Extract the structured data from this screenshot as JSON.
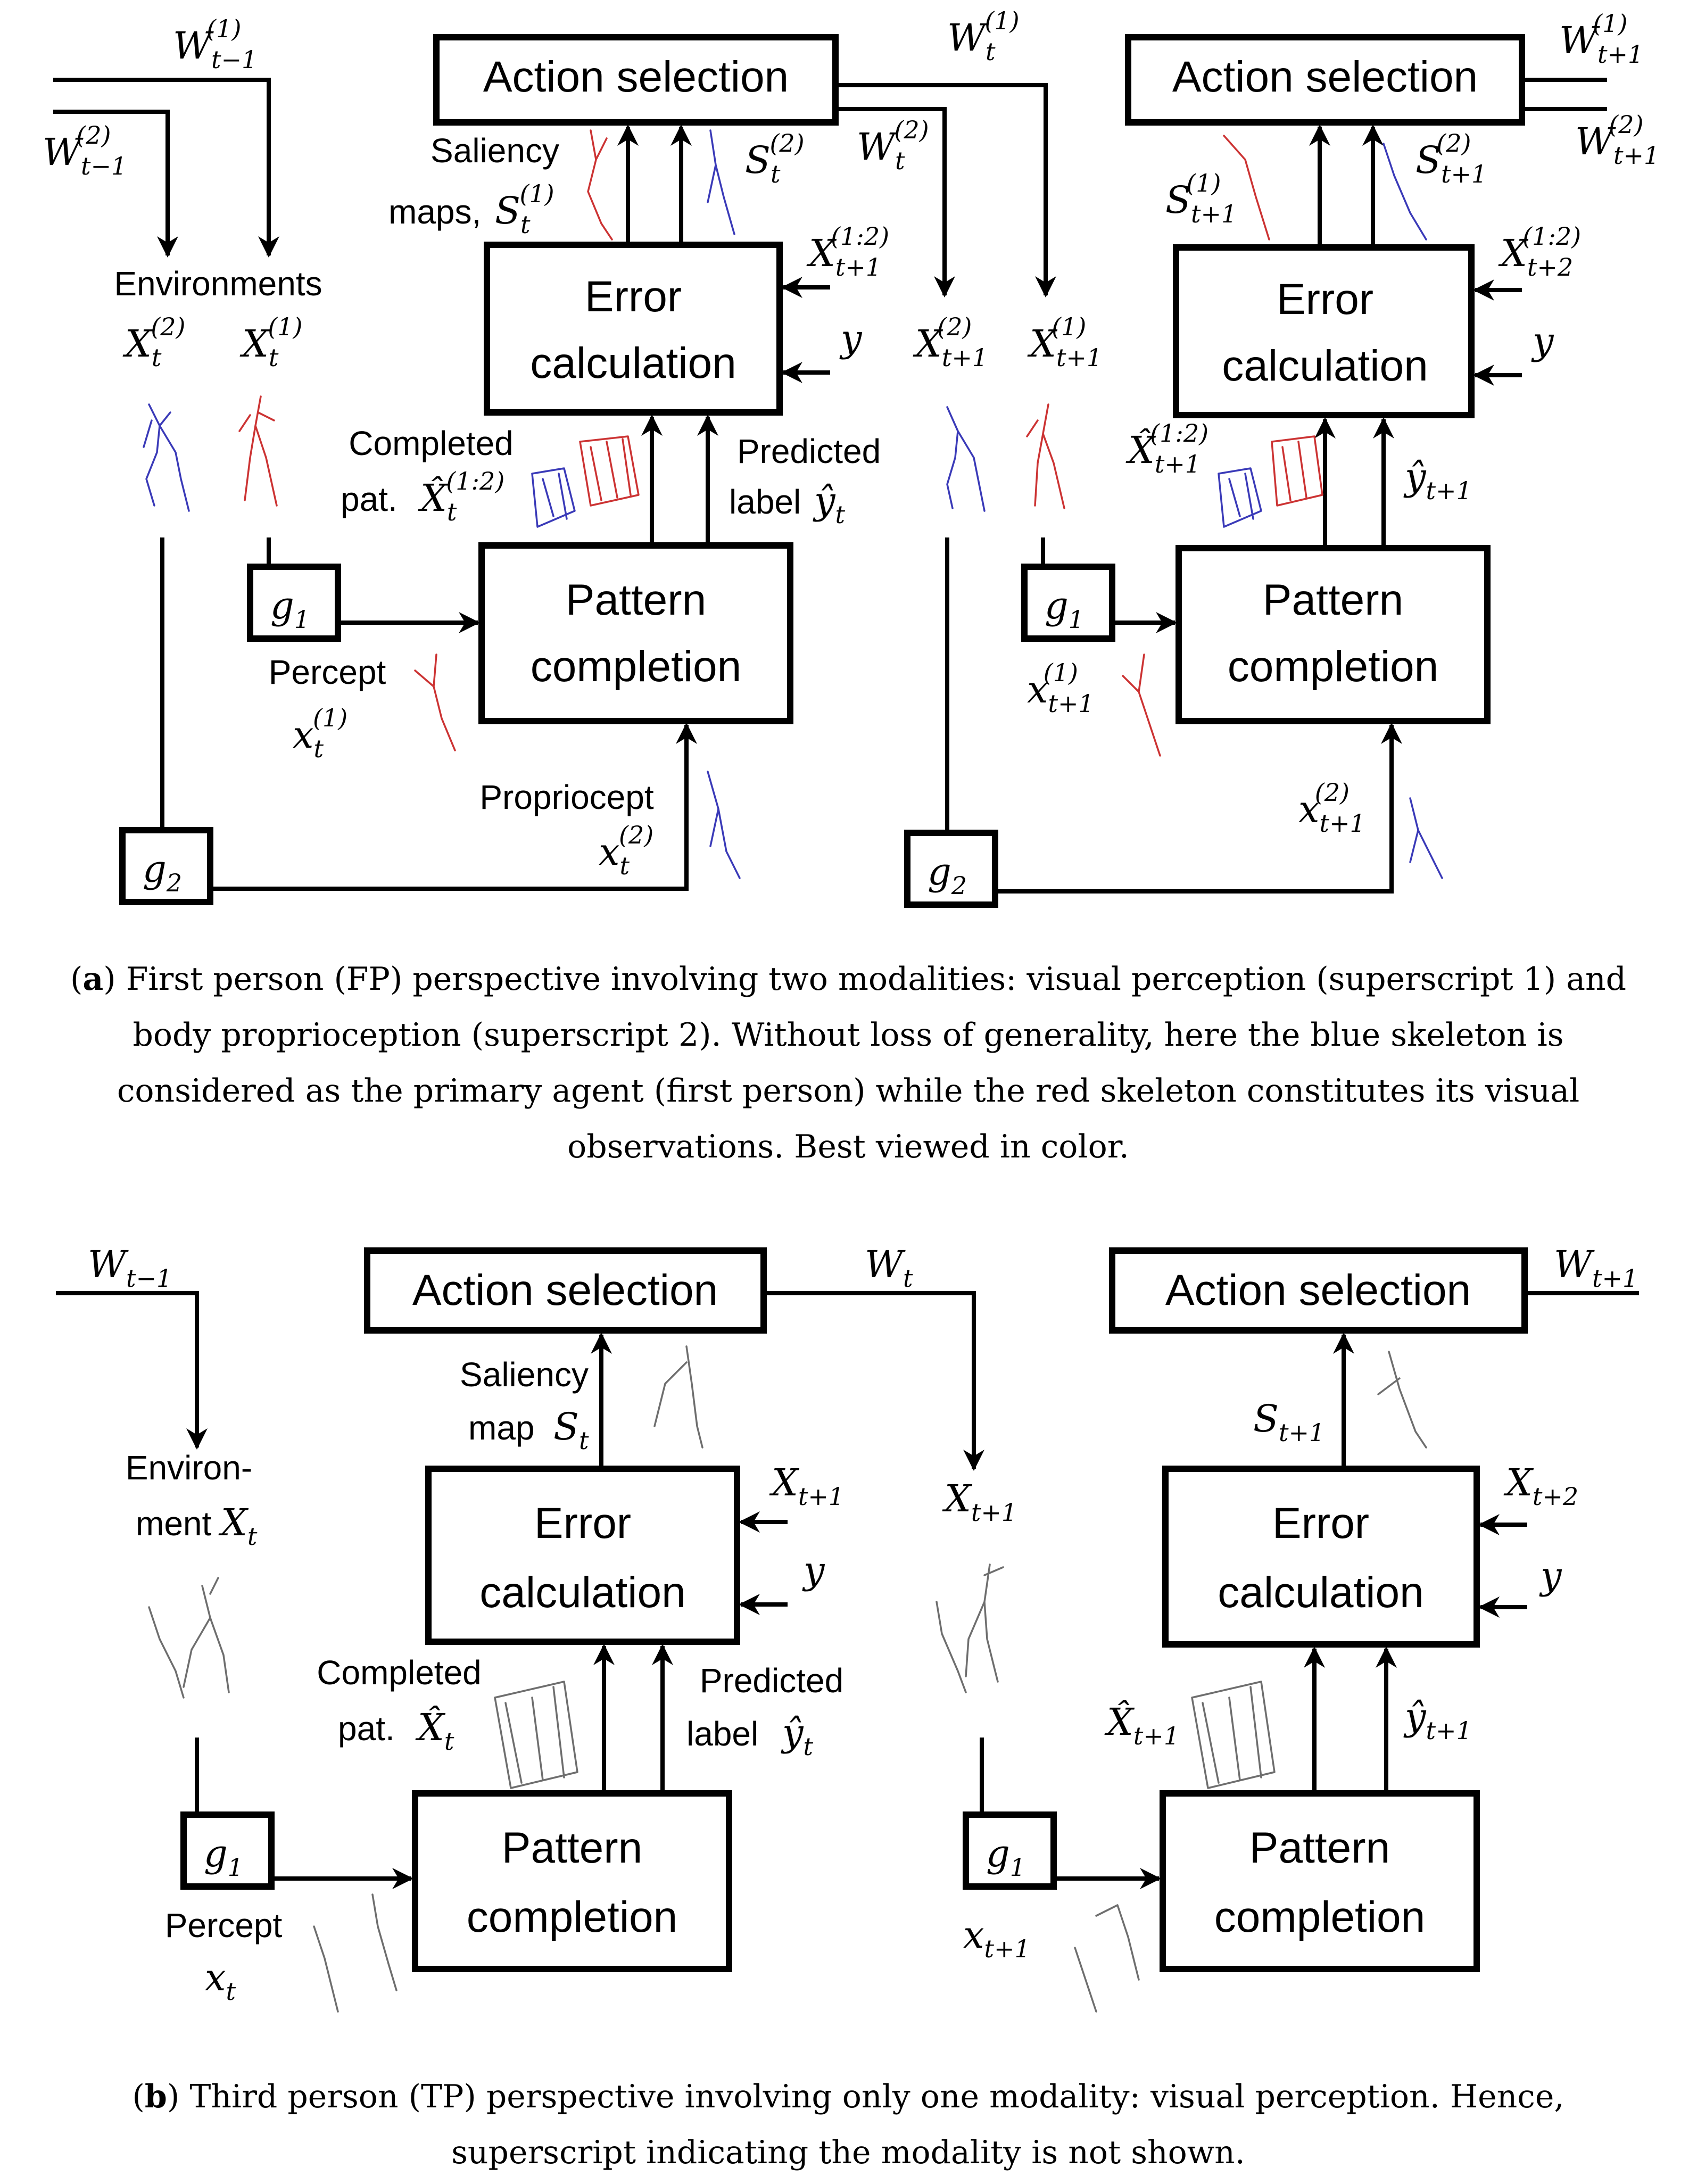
{
  "panel_a": {
    "box_labels": {
      "action_selection": "Action selection",
      "error_calculation_l1": "Error",
      "error_calculation_l2": "calculation",
      "pattern_completion_l1": "Pattern",
      "pattern_completion_l2": "completion",
      "g1": "g",
      "g1_sub": "1",
      "g2": "g",
      "g2_sub": "2"
    },
    "labels": {
      "environments": "Environments",
      "saliency_l1": "Saliency",
      "saliency_l2": "maps, ",
      "completed_l1": "Completed",
      "completed_l2": "pat. ",
      "predicted_l1": "Predicted",
      "predicted_l2": "label ",
      "percept": "Percept",
      "propriocept": "Propriocept"
    },
    "caption": {
      "letter": "a",
      "text_l1": ") First person (FP) perspective involving two modalities: visual perception (superscript 1) and",
      "text_l2": "body proprioception (superscript 2). Without loss of generality, here the blue skeleton is",
      "text_l3": "considered as the primary agent (first person) while the red skeleton constitutes its visual",
      "text_l4": "observations. Best viewed in color."
    }
  },
  "panel_b": {
    "box_labels": {
      "action_selection": "Action selection",
      "error_calculation_l1": "Error",
      "error_calculation_l2": "calculation",
      "pattern_completion_l1": "Pattern",
      "pattern_completion_l2": "completion",
      "g1": "g",
      "g1_sub": "1"
    },
    "labels": {
      "environment_l1": "Environ-",
      "environment_l2": "ment ",
      "saliency_l1": "Saliency",
      "saliency_l2": "map ",
      "completed_l1": "Completed",
      "completed_l2": "pat. ",
      "predicted_l1": "Predicted",
      "predicted_l2": "label ",
      "percept": "Percept"
    },
    "caption": {
      "letter": "b",
      "text_l1": ") Third person (TP) perspective involving only one modality: visual perception. Hence,",
      "text_l2": "superscript indicating the modality is not shown."
    }
  },
  "math": {
    "W": "W",
    "X": "X",
    "S": "S",
    "x": "x",
    "y": "y",
    "Xhat": "X̂",
    "yhat": "ŷ",
    "t": "t",
    "tm1": "t−1",
    "tp1": "t+1",
    "tp2": "t+2",
    "sup1": "(1)",
    "sup2": "(2)",
    "sup12": "(1:2)"
  },
  "colors": {
    "first_person_skeleton": "#3a3ab8",
    "observed_skeleton": "#cc3333",
    "neutral_skeleton": "#6e6e6e"
  }
}
